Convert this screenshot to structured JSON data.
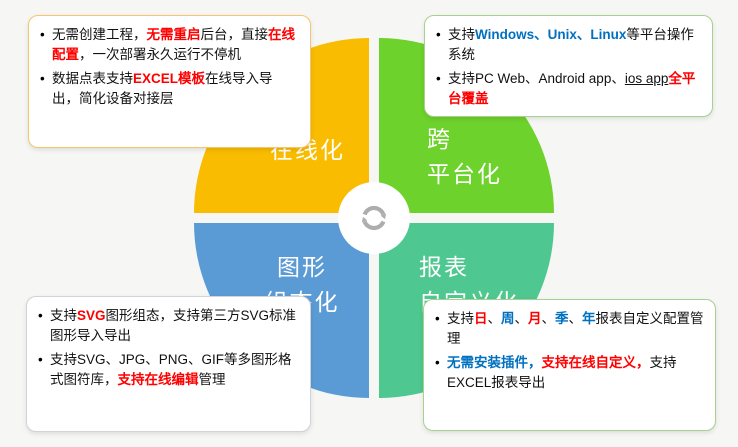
{
  "canvas": {
    "background": "#f6f6f4"
  },
  "colors": {
    "red": "#FF0000",
    "blue": "#0070C0"
  },
  "center_icon": "sync-arrows",
  "quadrants": {
    "online": {
      "lines": [
        "在线化"
      ],
      "color": "#F9BC00"
    },
    "cross_platform": {
      "lines": [
        "跨",
        "平台化"
      ],
      "color": "#6DD22C"
    },
    "graphic_config": {
      "lines": [
        "图形",
        "组态化"
      ],
      "color": "#5B9BD5"
    },
    "report_custom": {
      "lines": [
        "报表",
        "自定义化"
      ],
      "color": "#4EC890"
    }
  },
  "callouts": {
    "online": {
      "border": "#F6C66D",
      "bullets": [
        {
          "segments": [
            {
              "text": "无需创建工程，"
            },
            {
              "text": "无需重启",
              "color": "#FF0000",
              "bold": true
            },
            {
              "text": "后台，直接"
            },
            {
              "text": "在线配置",
              "color": "#FF0000",
              "bold": true
            },
            {
              "text": "，一次部署永久运行不停机"
            }
          ]
        },
        {
          "segments": [
            {
              "text": "数据点表支持"
            },
            {
              "text": "EXCEL模板",
              "color": "#FF0000",
              "bold": true
            },
            {
              "text": "在线导入导出，简化设备对接层"
            }
          ]
        }
      ]
    },
    "cross_platform": {
      "border": "#A9D18E",
      "bullets": [
        {
          "segments": [
            {
              "text": "支持"
            },
            {
              "text": "Windows、Unix、Linux",
              "color": "#0070C0",
              "bold": true
            },
            {
              "text": "等平台操作系统"
            }
          ]
        },
        {
          "segments": [
            {
              "text": "支持PC Web、Android app、"
            },
            {
              "text": "ios app",
              "underline": true
            },
            {
              "text": "全平台覆盖",
              "color": "#FF0000",
              "bold": true
            }
          ]
        }
      ]
    },
    "graphic_config": {
      "border": "#CFD4DA",
      "bullets": [
        {
          "segments": [
            {
              "text": "支持"
            },
            {
              "text": "SVG",
              "color": "#FF0000",
              "bold": true
            },
            {
              "text": "图形组态，支持第三方SVG标准图形导入导出"
            }
          ]
        },
        {
          "segments": [
            {
              "text": "支持SVG、JPG、PNG、GIF等多图形格式图符库，"
            },
            {
              "text": "支持在线编辑",
              "color": "#FF0000",
              "bold": true
            },
            {
              "text": "管理"
            }
          ]
        }
      ]
    },
    "report_custom": {
      "border": "#A9D18E",
      "bullets": [
        {
          "segments": [
            {
              "text": "支持"
            },
            {
              "text": "日",
              "color": "#FF0000",
              "bold": true
            },
            {
              "text": "、"
            },
            {
              "text": "周",
              "color": "#0070C0",
              "bold": true
            },
            {
              "text": "、"
            },
            {
              "text": "月",
              "color": "#FF0000",
              "bold": true
            },
            {
              "text": "、"
            },
            {
              "text": "季",
              "color": "#0070C0",
              "bold": true
            },
            {
              "text": "、"
            },
            {
              "text": "年",
              "color": "#0070C0",
              "bold": true
            },
            {
              "text": "报表自定义配置管理"
            }
          ]
        },
        {
          "segments": [
            {
              "text": "无需安装插件，",
              "color": "#0070C0",
              "bold": true
            },
            {
              "text": "支持在线自定义，",
              "color": "#FF0000",
              "bold": true
            },
            {
              "text": "支持EXCEL报表导出"
            }
          ]
        }
      ]
    }
  }
}
